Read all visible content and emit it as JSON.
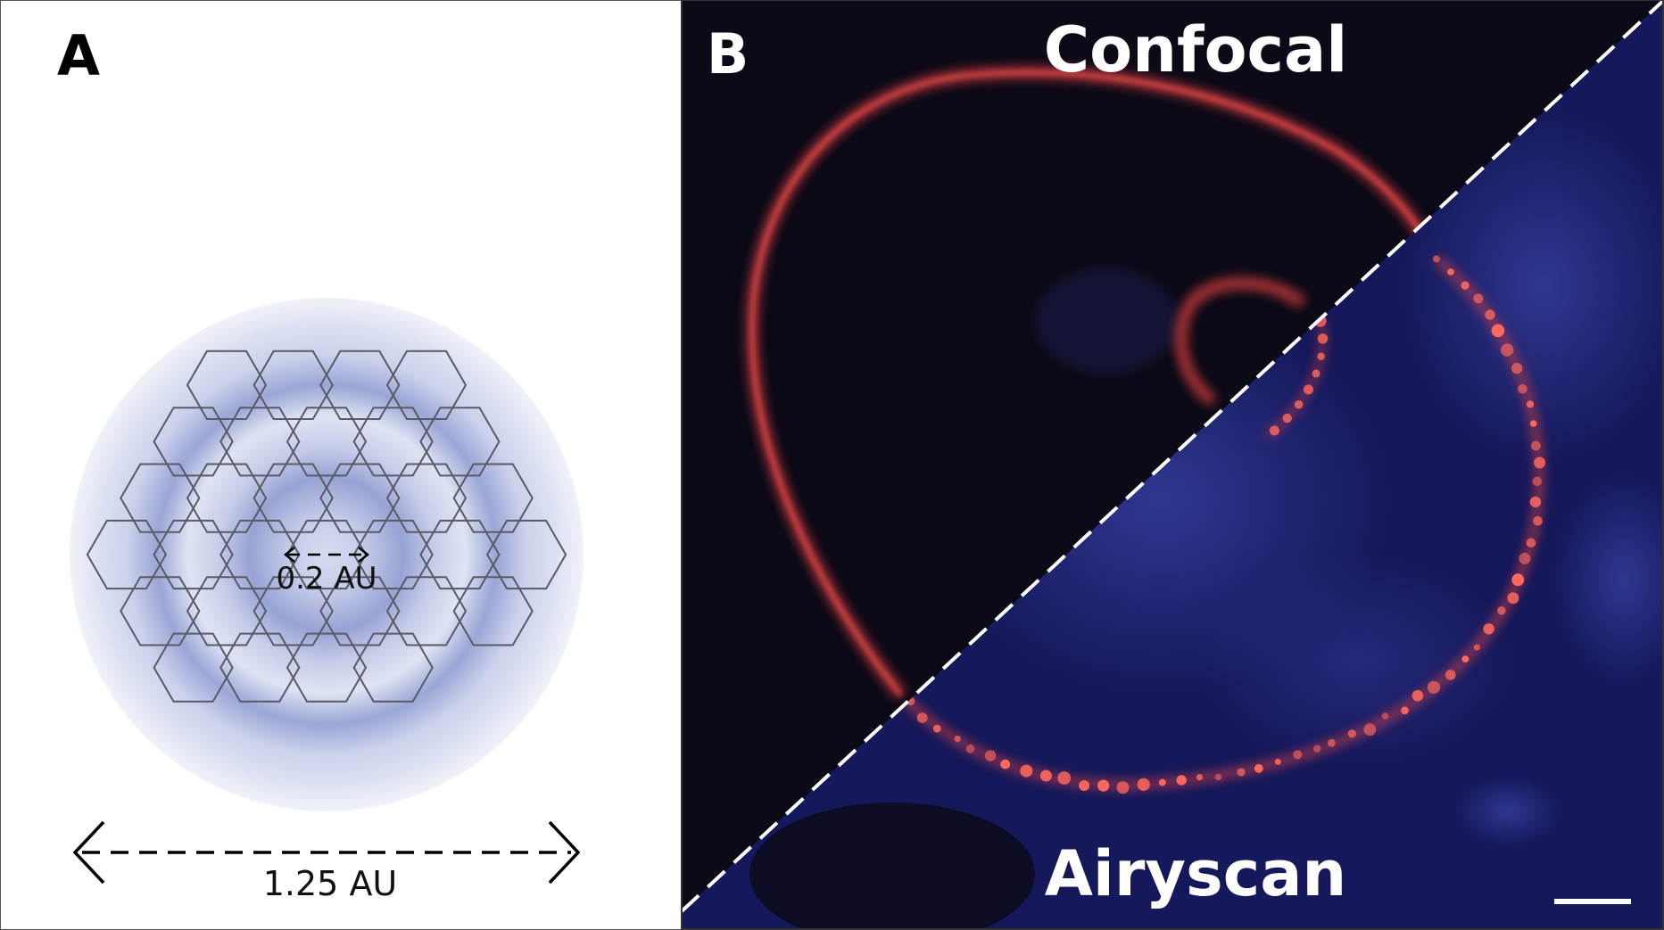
{
  "panel_a": {
    "label": "A",
    "inner_label": "0.2 AU",
    "outer_label": "1.25 AU",
    "detector_elements": 32
  },
  "panel_b": {
    "label": "B",
    "top_title": "Confocal",
    "bottom_title": "Airyscan"
  },
  "colors": {
    "psf_ring": "#8f9cd0",
    "hex_stroke": "#5a5a66",
    "panel_b_background": "#0b0a16",
    "airyscan_tint": "#1b1f62",
    "membrane_red": "#ff5a4e",
    "overlay_line": "#ffffff"
  }
}
